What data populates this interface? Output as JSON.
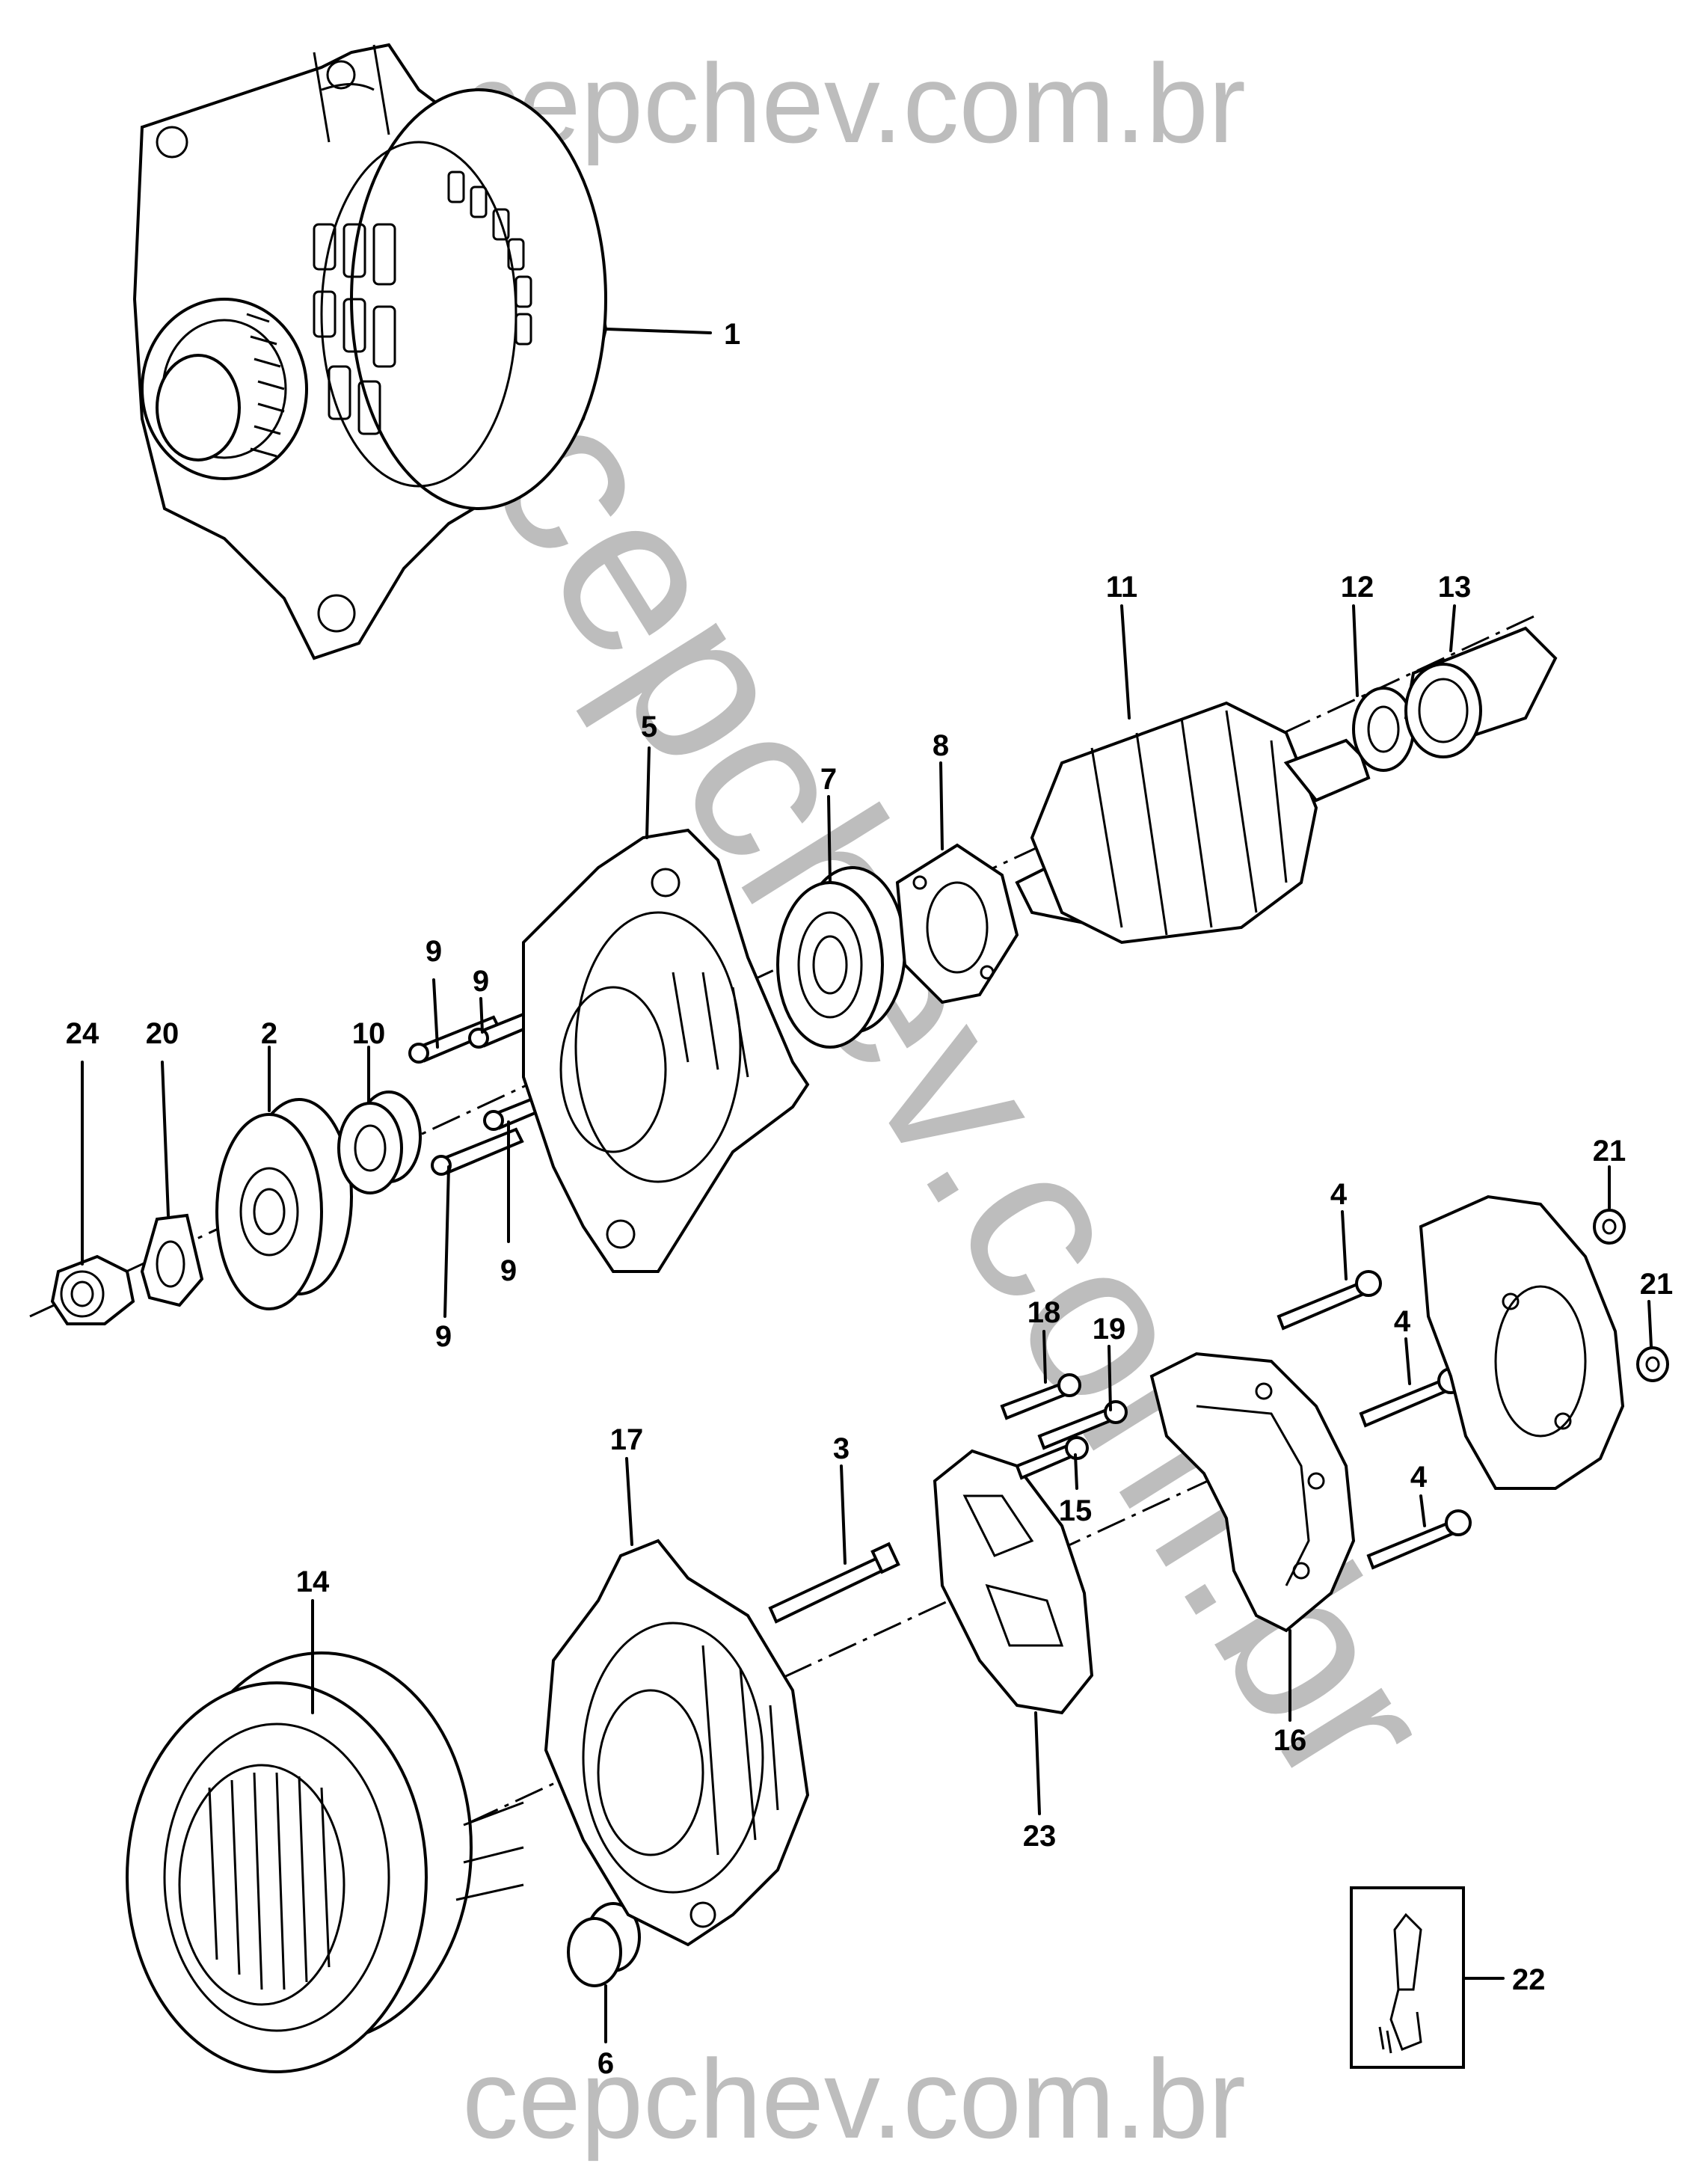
{
  "watermark": {
    "top": "cepchev.com.br",
    "bottom": "cepchev.com.br",
    "diagonal": "cepchev.com.br",
    "color": "#bdbdbd"
  },
  "part_labels": [
    {
      "id": "p1",
      "text": "1"
    },
    {
      "id": "p2",
      "text": "2"
    },
    {
      "id": "p3",
      "text": "3"
    },
    {
      "id": "p4a",
      "text": "4"
    },
    {
      "id": "p4b",
      "text": "4"
    },
    {
      "id": "p4c",
      "text": "4"
    },
    {
      "id": "p5",
      "text": "5"
    },
    {
      "id": "p6",
      "text": "6"
    },
    {
      "id": "p7",
      "text": "7"
    },
    {
      "id": "p8",
      "text": "8"
    },
    {
      "id": "p9a",
      "text": "9"
    },
    {
      "id": "p9b",
      "text": "9"
    },
    {
      "id": "p9c",
      "text": "9"
    },
    {
      "id": "p9d",
      "text": "9"
    },
    {
      "id": "p10",
      "text": "10"
    },
    {
      "id": "p11",
      "text": "11"
    },
    {
      "id": "p12",
      "text": "12"
    },
    {
      "id": "p13",
      "text": "13"
    },
    {
      "id": "p14",
      "text": "14"
    },
    {
      "id": "p15",
      "text": "15"
    },
    {
      "id": "p16",
      "text": "16"
    },
    {
      "id": "p17",
      "text": "17"
    },
    {
      "id": "p18",
      "text": "18"
    },
    {
      "id": "p19",
      "text": "19"
    },
    {
      "id": "p20",
      "text": "20"
    },
    {
      "id": "p21a",
      "text": "21"
    },
    {
      "id": "p21b",
      "text": "21"
    },
    {
      "id": "p22",
      "text": "22"
    },
    {
      "id": "p23",
      "text": "23"
    },
    {
      "id": "p24",
      "text": "24"
    }
  ]
}
